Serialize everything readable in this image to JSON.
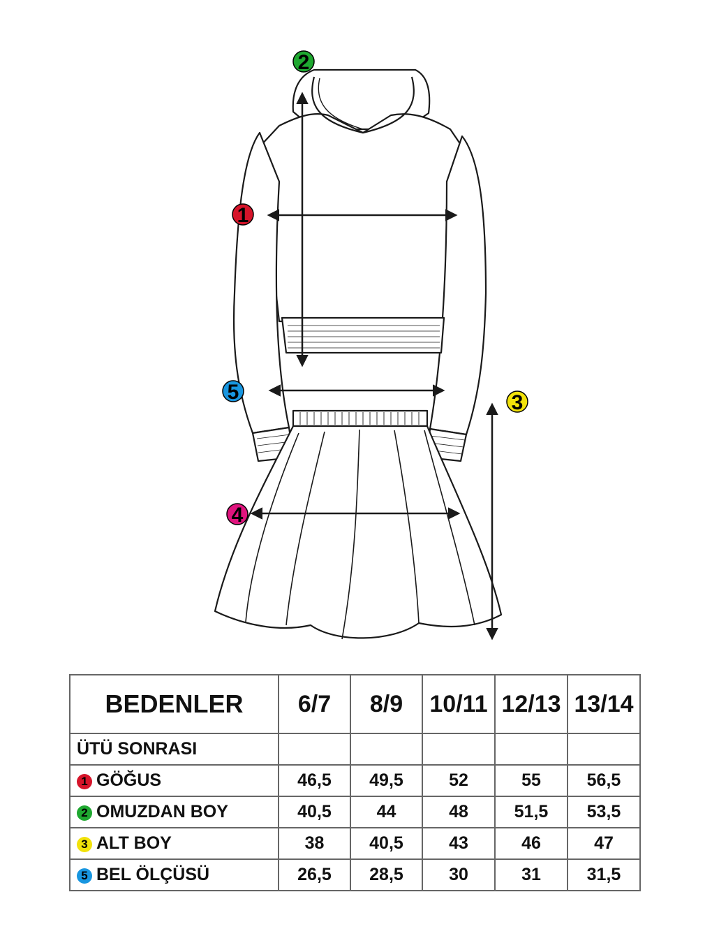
{
  "colors": {
    "marker_1": "#d6142a",
    "marker_2": "#1fa830",
    "marker_3": "#f2e20a",
    "marker_4": "#e0147e",
    "marker_5": "#1896e0",
    "line": "#1a1a1a"
  },
  "markers": [
    {
      "id": "1",
      "label": "1"
    },
    {
      "id": "2",
      "label": "2"
    },
    {
      "id": "3",
      "label": "3"
    },
    {
      "id": "4",
      "label": "4"
    },
    {
      "id": "5",
      "label": "5"
    }
  ],
  "table": {
    "header_label": "BEDENLER",
    "sizes": [
      "6/7",
      "8/9",
      "10/11",
      "12/13",
      "13/14"
    ],
    "note_row": "ÜTÜ SONRASI",
    "rows": [
      {
        "marker": "1",
        "label": "GÖĞUS",
        "values": [
          "46,5",
          "49,5",
          "52",
          "55",
          "56,5"
        ]
      },
      {
        "marker": "2",
        "label": "OMUZDAN BOY",
        "values": [
          "40,5",
          "44",
          "48",
          "51,5",
          "53,5"
        ]
      },
      {
        "marker": "3",
        "label": "ALT BOY",
        "values": [
          "38",
          "40,5",
          "43",
          "46",
          "47"
        ]
      },
      {
        "marker": "5",
        "label": "BEL ÖLÇÜSÜ",
        "values": [
          "26,5",
          "28,5",
          "30",
          "31",
          "31,5"
        ]
      }
    ]
  }
}
